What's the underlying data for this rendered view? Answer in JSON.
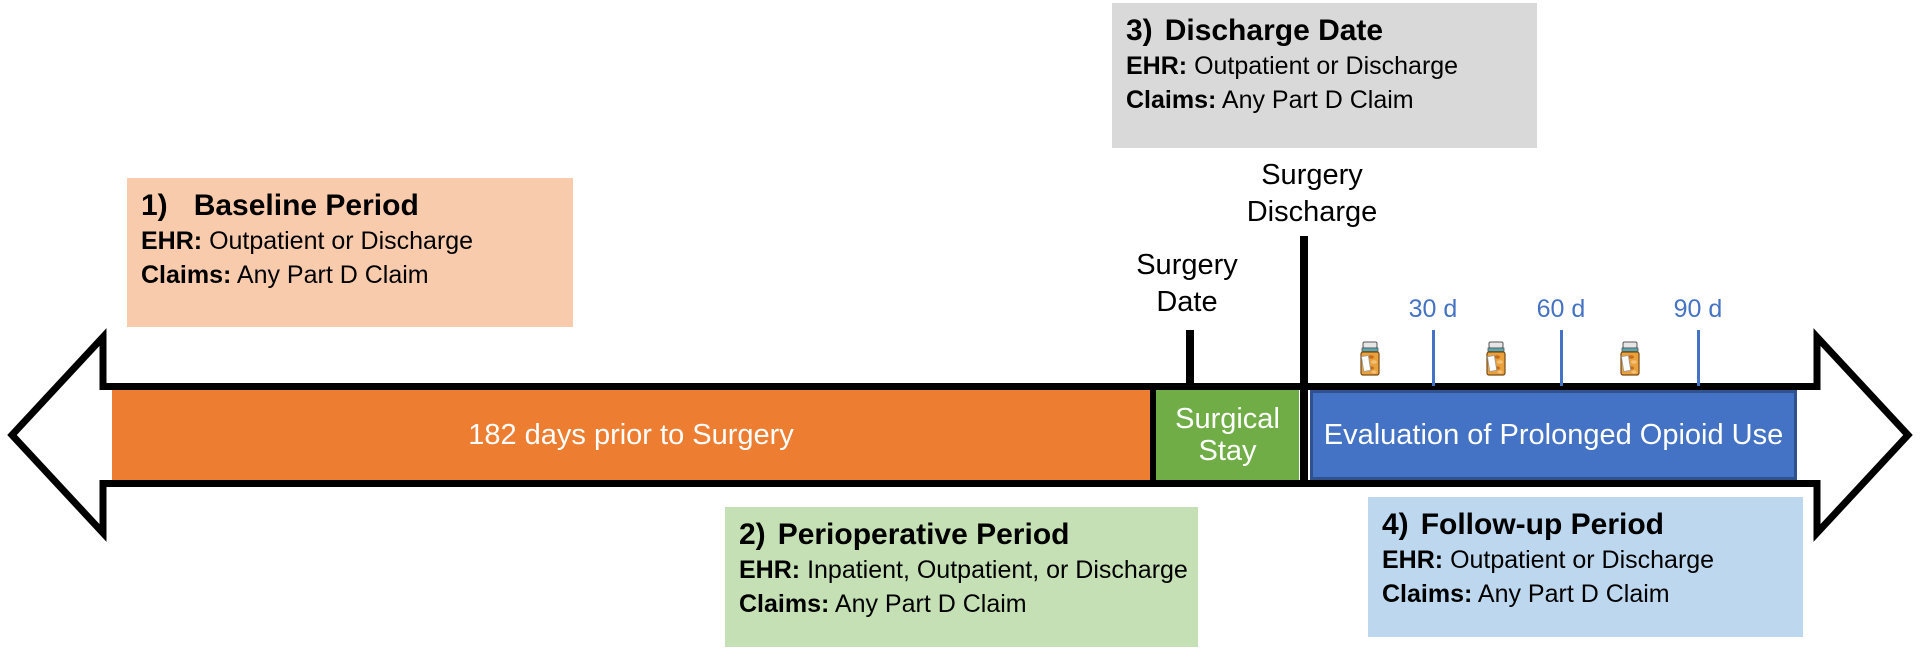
{
  "figure": {
    "boxes": [
      {
        "number": "1)",
        "title": "Baseline Period",
        "ehr_label": "EHR:",
        "ehr_value": "Outpatient or Discharge",
        "claims_label": "Claims:",
        "claims_value": "Any Part D Claim"
      },
      {
        "number": "2)",
        "title": "Perioperative Period",
        "ehr_label": "EHR:",
        "ehr_value": "Inpatient, Outpatient, or Discharge",
        "claims_label": "Claims:",
        "claims_value": "Any Part D Claim"
      },
      {
        "number": "3)",
        "title": "Discharge Date",
        "ehr_label": "EHR:",
        "ehr_value": "Outpatient or Discharge",
        "claims_label": "Claims:",
        "claims_value": "Any Part D Claim"
      },
      {
        "number": "4)",
        "title": "Follow-up Period",
        "ehr_label": "EHR:",
        "ehr_value": "Outpatient or Discharge",
        "claims_label": "Claims:",
        "claims_value": "Any Part D Claim"
      }
    ],
    "timeline": {
      "segments": [
        {
          "label": "182 days prior to Surgery",
          "color": "#ED7D31"
        },
        {
          "label": "Surgical Stay",
          "color": "#70AD47"
        },
        {
          "label": "Evaluation of Prolonged Opioid Use",
          "color": "#4472C4"
        }
      ],
      "surgery_date_label": "Surgery Date",
      "surgery_discharge_label": "Surgery Discharge",
      "day_markers": [
        "30 d",
        "60 d",
        "90 d"
      ],
      "pill_bottle_icon": "pill-bottle",
      "colors": {
        "baseline_box": "#F8CBAD",
        "perioperative_box": "#C5E0B4",
        "discharge_box": "#D9D9D9",
        "followup_box": "#BDD7EE",
        "evaluation_border": "#2F528F",
        "day_marker_text": "#4472C4",
        "arrow_outline": "#000000",
        "arrow_fill": "#FFFFFF"
      }
    }
  }
}
